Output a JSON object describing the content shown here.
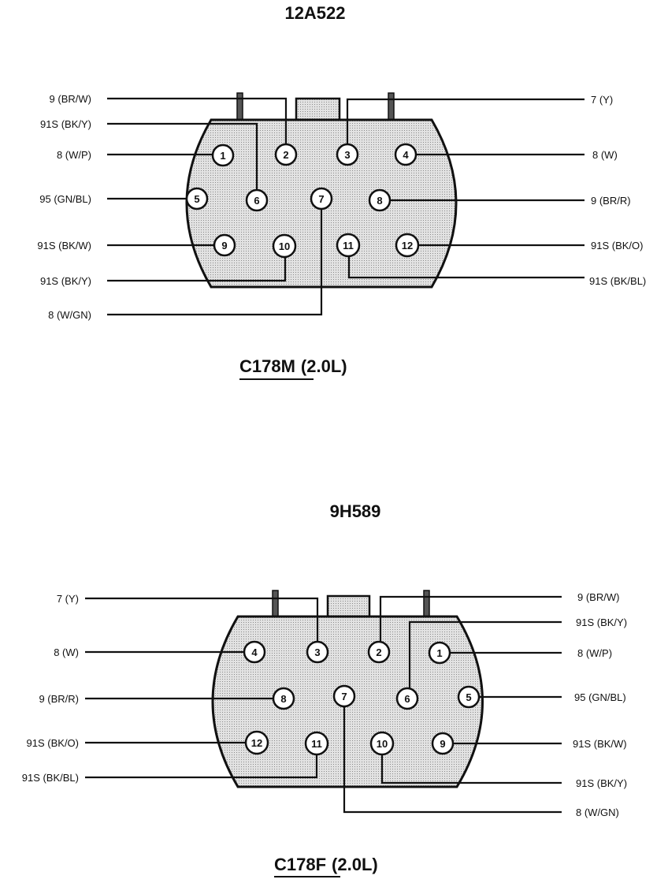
{
  "top": {
    "part_number": "12A522",
    "caption_id": "C178M",
    "caption_rest": "(2.0L)",
    "pins": [
      "1",
      "2",
      "3",
      "4",
      "5",
      "6",
      "7",
      "8",
      "9",
      "10",
      "11",
      "12"
    ],
    "labels": {
      "l1": "9 (BR/W)",
      "l2": "91S (BK/Y)",
      "l3": "8 (W/P)",
      "l4": "95 (GN/BL)",
      "l5": "91S (BK/W)",
      "l6": "91S (BK/Y)",
      "l7": "8 (W/GN)",
      "r1": "7 (Y)",
      "r2": "8 (W)",
      "r3": "9  (BR/R)",
      "r4": "91S (BK/O)",
      "r5": "91S (BK/BL)"
    }
  },
  "bottom": {
    "part_number": "9H589",
    "caption_id": "C178F",
    "caption_rest": "(2.0L)",
    "pins": [
      "1",
      "2",
      "3",
      "4",
      "5",
      "6",
      "7",
      "8",
      "9",
      "10",
      "11",
      "12"
    ],
    "labels": {
      "l1": "7 (Y)",
      "l2": "8 (W)",
      "l3": "9  (BR/R)",
      "l4": "91S (BK/O)",
      "l5": "91S (BK/BL)",
      "r1": "9 (BR/W)",
      "r2": "91S (BK/Y)",
      "r3": "8 (W/P)",
      "r4": "95 (GN/BL)",
      "r5": "91S (BK/W)",
      "r6": "91S (BK/Y)",
      "r7": "8 (W/GN)"
    }
  }
}
